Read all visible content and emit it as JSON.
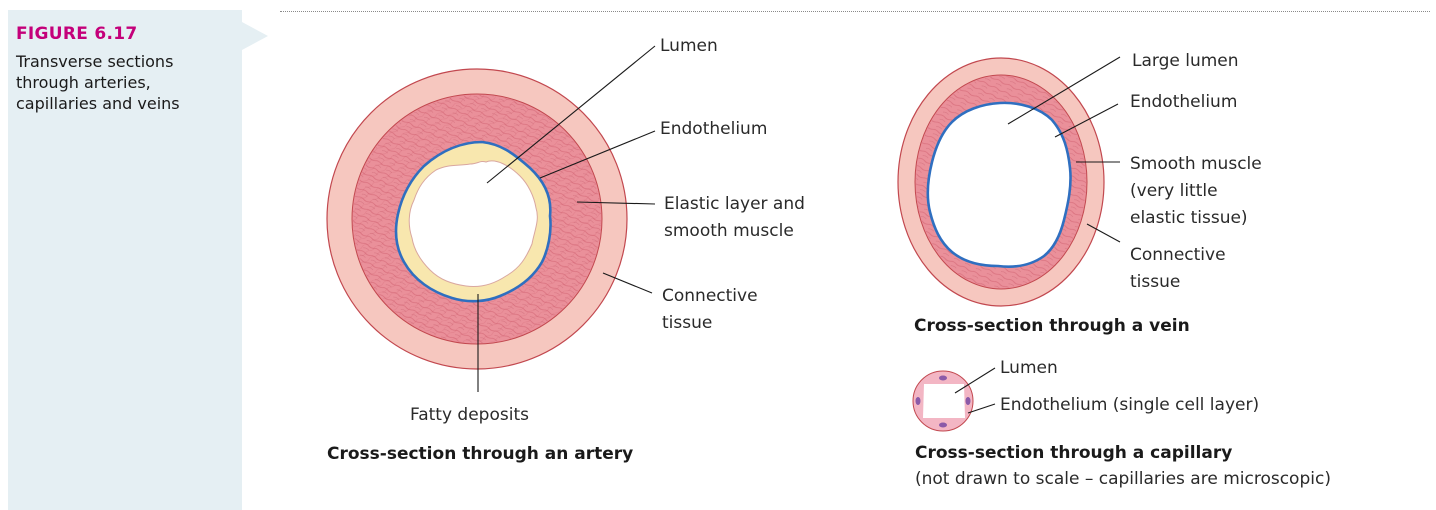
{
  "figure": {
    "label": "FIGURE 6.17",
    "caption_lines": [
      "Transverse sections",
      "through arteries,",
      "capillaries and veins"
    ]
  },
  "artery": {
    "labels": {
      "lumen": "Lumen",
      "endothelium": "Endothelium",
      "elastic_line1": "Elastic layer and",
      "elastic_line2": "smooth muscle",
      "connective_line1": "Connective",
      "connective_line2": "tissue",
      "fatty": "Fatty deposits"
    },
    "title": "Cross-section through an artery"
  },
  "vein": {
    "labels": {
      "lumen": "Large lumen",
      "endothelium": "Endothelium",
      "muscle_line1": "Smooth muscle",
      "muscle_line2": "(very little",
      "muscle_line3": "elastic tissue)",
      "connective_line1": "Connective",
      "connective_line2": "tissue"
    },
    "title": "Cross-section through a vein"
  },
  "capillary": {
    "labels": {
      "lumen": "Lumen",
      "endothelium": "Endothelium (single cell layer)"
    },
    "title": "Cross-section through a capillary",
    "note": "(not drawn to scale – capillaries are microscopic)"
  },
  "colors": {
    "accent": "#c4007a",
    "sidebar": "#e5eff3",
    "connective": "#f6c7bf",
    "muscle": "#e88c96",
    "fatty": "#f8e7ae",
    "endothelium": "#2f6fc0"
  }
}
